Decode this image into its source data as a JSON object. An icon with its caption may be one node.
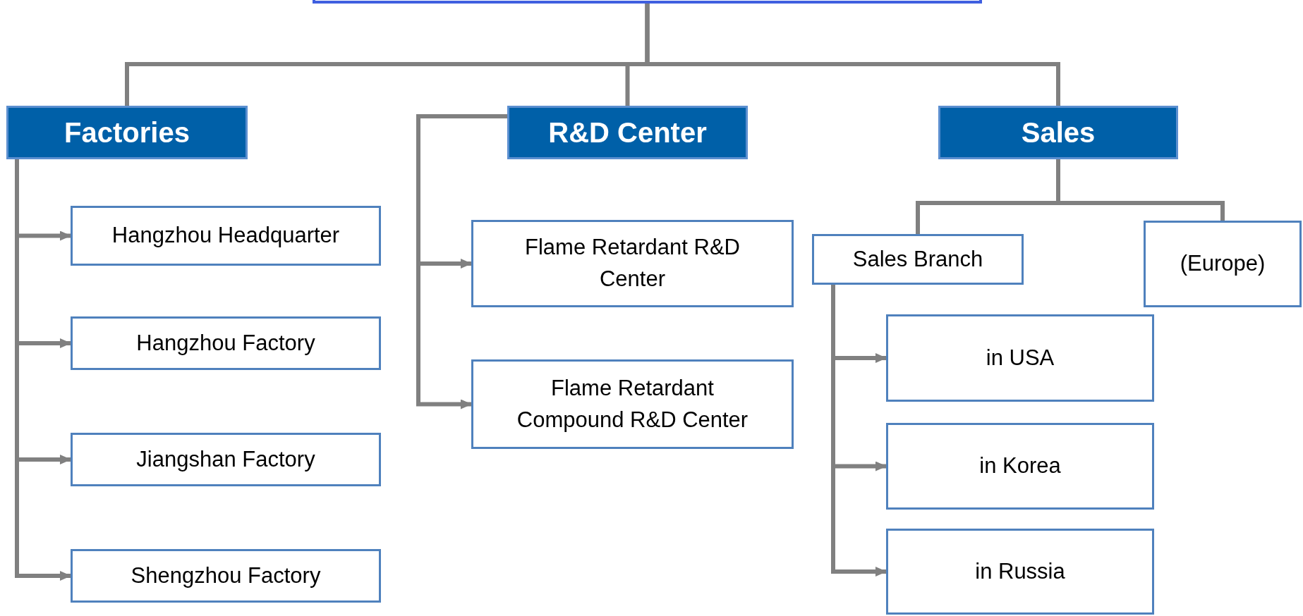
{
  "diagram": {
    "nodes": [
      {
        "text": [],
        "shape": "box"
      },
      {
        "text": [
          "Factories"
        ]
      },
      {
        "text": [
          "R&D Center"
        ]
      },
      {
        "text": [
          "Sales"
        ]
      },
      {
        "text": [
          "Hangzhou Headquarter"
        ]
      },
      {
        "text": [
          "Hangzhou Factory"
        ]
      },
      {
        "text": [
          "Jiangshan Factory"
        ]
      },
      {
        "text": [
          "Shengzhou Factory"
        ]
      },
      {
        "text": [
          "Flame Retardant R&D Center"
        ]
      },
      {
        "text": [
          "Flame Retardant Compound R&D Center"
        ]
      },
      {
        "text": [
          "Sales Branch"
        ]
      },
      {
        "text": [
          "(Europe)"
        ]
      },
      {
        "text": [
          "in USA"
        ]
      },
      {
        "text": [
          "in Korea"
        ]
      },
      {
        "text": [
          "in Russia"
        ]
      }
    ],
    "edges": [
      {
        "from": 0,
        "to": 1,
        "arrow": "none"
      },
      {
        "from": 0,
        "to": 2,
        "arrow": "none"
      },
      {
        "from": 0,
        "to": 3,
        "arrow": "none"
      },
      {
        "from": 1,
        "to": 4,
        "arrow": "to"
      },
      {
        "from": 1,
        "to": 5,
        "arrow": "to"
      },
      {
        "from": 1,
        "to": 6,
        "arrow": "to"
      },
      {
        "from": 1,
        "to": 7,
        "arrow": "to"
      },
      {
        "from": 2,
        "to": 8,
        "arrow": "to"
      },
      {
        "from": 2,
        "to": 9,
        "arrow": "to"
      },
      {
        "from": 3,
        "to": 10,
        "arrow": "none"
      },
      {
        "from": 3,
        "to": 11,
        "arrow": "none"
      },
      {
        "from": 10,
        "to": 12,
        "arrow": "to"
      },
      {
        "from": 10,
        "to": 13,
        "arrow": "to"
      },
      {
        "from": 10,
        "to": 14,
        "arrow": "to"
      }
    ]
  }
}
